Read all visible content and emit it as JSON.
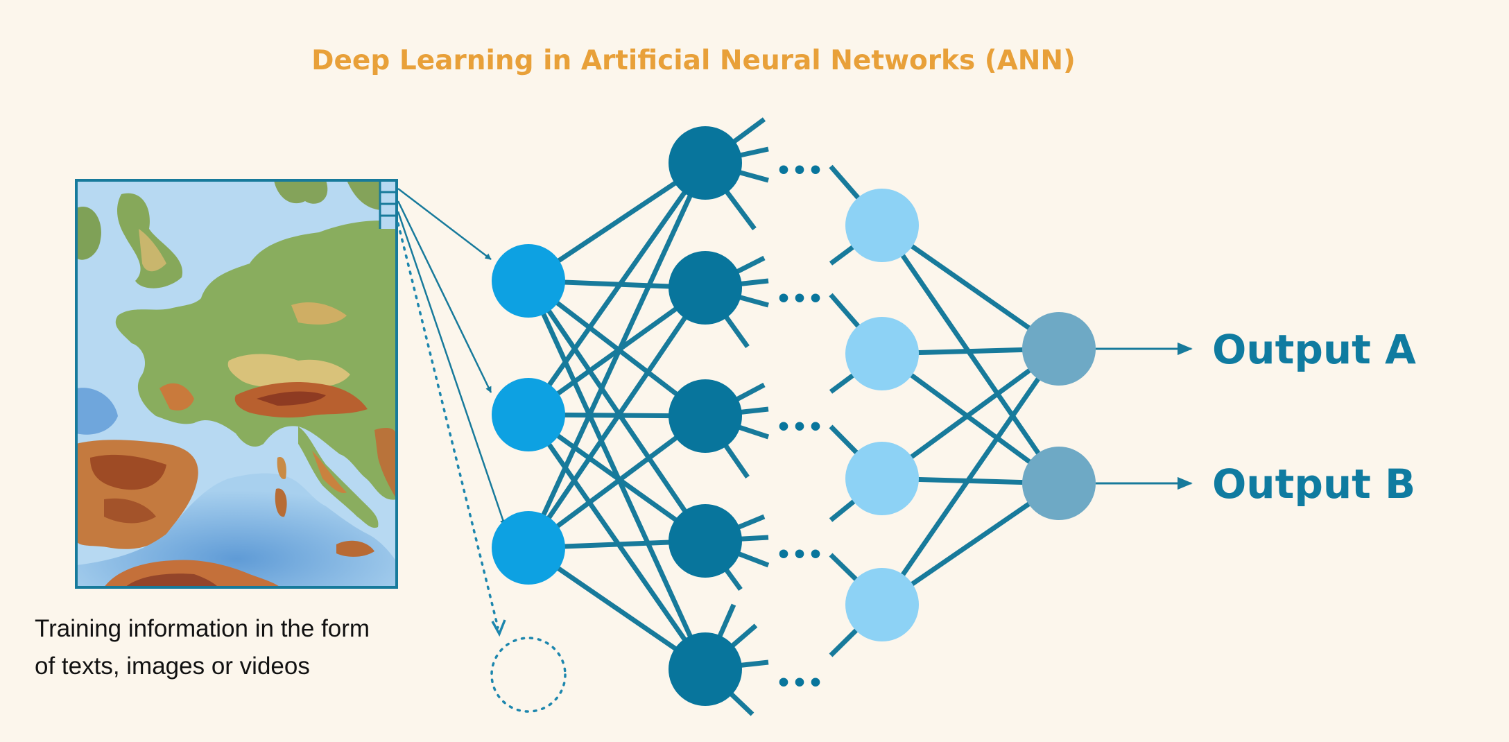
{
  "title": "Deep Learning in Artificial Neural Networks (ANN)",
  "caption": {
    "line1": "Training information in the form",
    "line2": "of texts, images or videos"
  },
  "outputs": [
    {
      "label": "Output A"
    },
    {
      "label": "Output B"
    }
  ],
  "ellipsis": "•••",
  "colors": {
    "background": "#fcf6ec",
    "title": "#e8a039",
    "text_dark": "#111111",
    "accent_blue": "#0f7ba0",
    "input_node": "#0da1e2",
    "hidden_node_dark": "#08759c",
    "hidden_node_light": "#8dd2f5",
    "output_node": "#6ea9c5",
    "connection": "#177a9b"
  },
  "icons": {
    "input_image": "europe-relief-map-image"
  }
}
